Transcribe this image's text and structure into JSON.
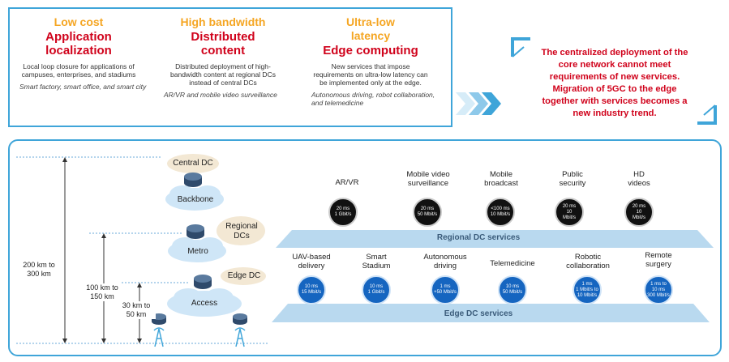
{
  "columns": [
    {
      "benefit": "Low cost",
      "tech_line1": "Application",
      "tech_line2": "localization",
      "desc": "Local loop closure for applications of campuses, enterprises, and stadiums",
      "example": "Smart factory, smart office, and smart city"
    },
    {
      "benefit": "High bandwidth",
      "tech_line1": "Distributed",
      "tech_line2": "content",
      "desc": "Distributed deployment of high-bandwidth content at regional DCs instead of central DCs",
      "example": "AR/VR and mobile video surveillance"
    },
    {
      "benefit_line1": "Ultra-low",
      "benefit_line2": "latency",
      "tech": "Edge computing",
      "desc": "New services that impose requirements on ultra-low latency can be implemented only at the edge.",
      "example": "Autonomous driving, robot collaboration, and telemedicine"
    }
  ],
  "trend": {
    "lines": [
      "The centralized deployment of the",
      "core network cannot meet",
      "requirements of new services.",
      "Migration of 5GC to the edge",
      "together with services becomes a",
      "new industry trend."
    ]
  },
  "network": {
    "central_dc": "Central DC",
    "backbone": "Backbone",
    "regional_dcs_line1": "Regional",
    "regional_dcs_line2": "DCs",
    "metro": "Metro",
    "edge_dc": "Edge DC",
    "access": "Access"
  },
  "distances": {
    "d1_line1": "200 km to",
    "d1_line2": "300 km",
    "d2_line1": "100 km to",
    "d2_line2": "150 km",
    "d3_line1": "30 km to",
    "d3_line2": "50 km"
  },
  "regional_services": [
    {
      "name_line1": "AR/VR",
      "name_line2": "",
      "m1": "20 ms",
      "m2": "1 Gbit/s",
      "m3": ""
    },
    {
      "name_line1": "Mobile video",
      "name_line2": "surveillance",
      "m1": "20 ms",
      "m2": "50 Mbit/s",
      "m3": ""
    },
    {
      "name_line1": "Mobile",
      "name_line2": "broadcast",
      "m1": "<100 ms",
      "m2": "10 Mbit/s",
      "m3": ""
    },
    {
      "name_line1": "Public",
      "name_line2": "security",
      "m1": "20 ms",
      "m2": "10",
      "m3": "Mbit/s"
    },
    {
      "name_line1": "HD",
      "name_line2": "videos",
      "m1": "20 ms",
      "m2": "10",
      "m3": "Mbit/s"
    }
  ],
  "regional_band": "Regional DC services",
  "edge_services": [
    {
      "name_line1": "UAV-based",
      "name_line2": "delivery",
      "m1": "10 ms",
      "m2": "15 Mbit/s",
      "m3": ""
    },
    {
      "name_line1": "Smart",
      "name_line2": "Stadium",
      "m1": "10 ms",
      "m2": "1 Gbit/s",
      "m3": ""
    },
    {
      "name_line1": "Autonomous",
      "name_line2": "driving",
      "m1": "1 ms",
      "m2": "+50 Mbit/s",
      "m3": ""
    },
    {
      "name_line1": "Telemedicine",
      "name_line2": "",
      "m1": "10 ms",
      "m2": "50 Mbit/s",
      "m3": ""
    },
    {
      "name_line1": "Robotic",
      "name_line2": "collaboration",
      "m1": "1 ms",
      "m2": "1 Mbit/s to",
      "m3": "10 Mbit/s"
    },
    {
      "name_line1": "Remote",
      "name_line2": "surgery",
      "m1": "1 ms to",
      "m2": "10 ms",
      "m3": "300 Mbit/s"
    }
  ],
  "edge_band": "Edge DC services",
  "colors": {
    "accent_blue": "#3fa5d9",
    "orange": "#f5a623",
    "red": "#d0021b"
  }
}
